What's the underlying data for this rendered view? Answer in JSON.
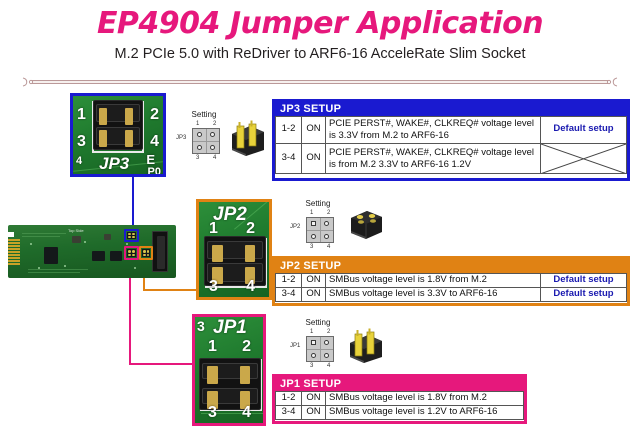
{
  "header": {
    "title": "EP4904 Jumper Application",
    "subtitle": "M.2 PCIe 5.0 with ReDriver to ARF6-16 AcceleRate Slim Socket",
    "title_color": "#e6187c"
  },
  "board": {
    "silkscreen": "Top Side",
    "callouts": [
      {
        "name": "JP3",
        "color": "#1a1ad0"
      },
      {
        "name": "JP1",
        "color": "#e6187c"
      },
      {
        "name": "JP2",
        "color": "#e08214"
      }
    ]
  },
  "connectors": [
    {
      "id": "jp3",
      "label": "JP3",
      "border_color": "#1a1ad0",
      "pins": [
        "1",
        "2",
        "3",
        "4"
      ],
      "extra_silk": [
        "4",
        "E",
        "P0"
      ],
      "setting": {
        "caption": "Setting",
        "side_label": "JP3",
        "top_pins": [
          "1",
          "2"
        ],
        "bottom_pins": [
          "3",
          "4"
        ],
        "pin1_square": false
      },
      "jumper_style": "with-caps"
    },
    {
      "id": "jp2",
      "label": "JP2",
      "border_color": "#e08214",
      "pins": [
        "1",
        "2",
        "3",
        "4"
      ],
      "extra_silk": [],
      "setting": {
        "caption": "Setting",
        "side_label": "JP2",
        "top_pins": [
          "1",
          "2"
        ],
        "bottom_pins": [
          "3",
          "4"
        ],
        "pin1_square": true
      },
      "jumper_style": "top-down"
    },
    {
      "id": "jp1",
      "label": "JP1",
      "border_color": "#e6187c",
      "pins": [
        "1",
        "2",
        "3",
        "4"
      ],
      "extra_silk": [
        "3"
      ],
      "setting": {
        "caption": "Setting",
        "side_label": "JP1",
        "top_pins": [
          "1",
          "2"
        ],
        "bottom_pins": [
          "3",
          "4"
        ],
        "pin1_square": true
      },
      "jumper_style": "with-caps"
    }
  ],
  "tables": [
    {
      "id": "jp3-setup",
      "title": "JP3 SETUP",
      "accent": "#1a1ad0",
      "has_default_column": true,
      "rows": [
        {
          "pins": "1-2",
          "state": "ON",
          "description": "PCIE PERST#, WAKE#, CLKREQ# voltage level is 3.3V from M.2 to ARF6-16",
          "default": "Default setup",
          "crossed": false
        },
        {
          "pins": "3-4",
          "state": "ON",
          "description": "PCIE PERST#, WAKE#, CLKREQ# voltage level is from M.2 3.3V to ARF6-16 1.2V",
          "default": "",
          "crossed": true
        }
      ]
    },
    {
      "id": "jp2-setup",
      "title": "JP2 SETUP",
      "accent": "#e08214",
      "has_default_column": true,
      "rows": [
        {
          "pins": "1-2",
          "state": "ON",
          "description": "SMBus voltage level is 1.8V from M.2",
          "default": "Default setup",
          "crossed": false
        },
        {
          "pins": "3-4",
          "state": "ON",
          "description": "SMBus voltage level is 3.3V to ARF6-16",
          "default": "Default setup",
          "crossed": false
        }
      ]
    },
    {
      "id": "jp1-setup",
      "title": "JP1 SETUP",
      "accent": "#e6187c",
      "has_default_column": false,
      "rows": [
        {
          "pins": "1-2",
          "state": "ON",
          "description": "SMBus voltage level is 1.8V from M.2",
          "default": "",
          "crossed": false
        },
        {
          "pins": "3-4",
          "state": "ON",
          "description": "SMBus voltage level is 1.2V to ARF6-16",
          "default": "",
          "crossed": false
        }
      ]
    }
  ]
}
